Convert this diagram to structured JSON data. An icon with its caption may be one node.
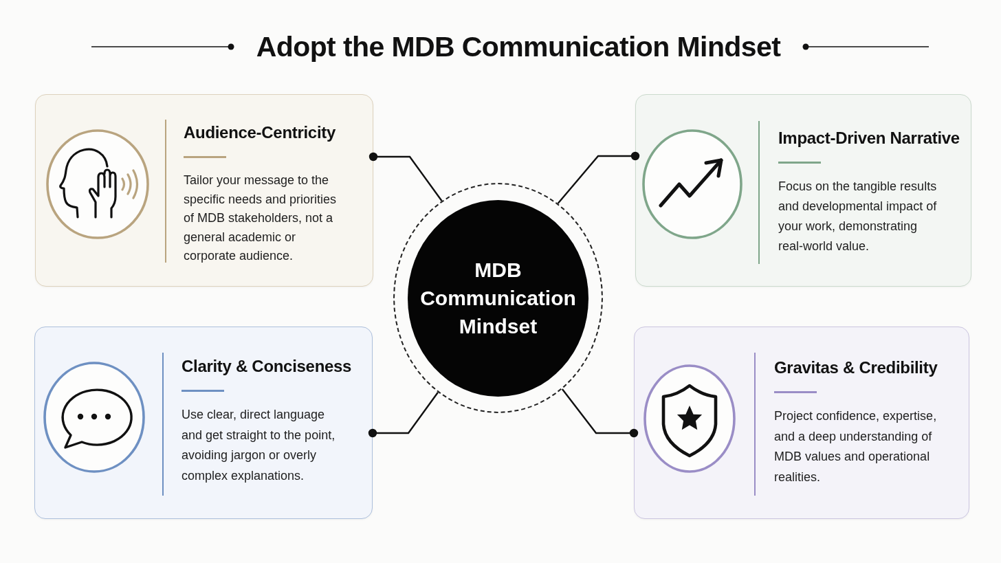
{
  "diagram": {
    "title": "Adopt the MDB Communication Mindset",
    "nodes": [
      {
        "text": [
          "Audience-Centricity",
          "Tailor your message to the specific needs and priorities of MDB stakeholders, not a general academic or corporate audience."
        ]
      },
      {
        "text": [
          "Impact-Driven Narrative",
          "Focus on the tangible results and developmental impact of your work, demonstrating real-world value."
        ]
      },
      {
        "text": [
          "MDB Communication Mindset"
        ]
      },
      {
        "text": [
          "Clarity & Conciseness",
          "Use clear, direct language and get straight to the point, avoiding jargon or overly complex explanations."
        ]
      },
      {
        "text": [
          "Gravitas & Credibility",
          "Project confidence, expertise, and a deep understanding of MDB values and operational realities."
        ]
      }
    ],
    "edges": [
      {
        "from": 2,
        "to": 0,
        "arrow": "other"
      },
      {
        "from": 2,
        "to": 1,
        "arrow": "other"
      },
      {
        "from": 2,
        "to": 3,
        "arrow": "other"
      },
      {
        "from": 2,
        "to": 4,
        "arrow": "other"
      }
    ]
  }
}
